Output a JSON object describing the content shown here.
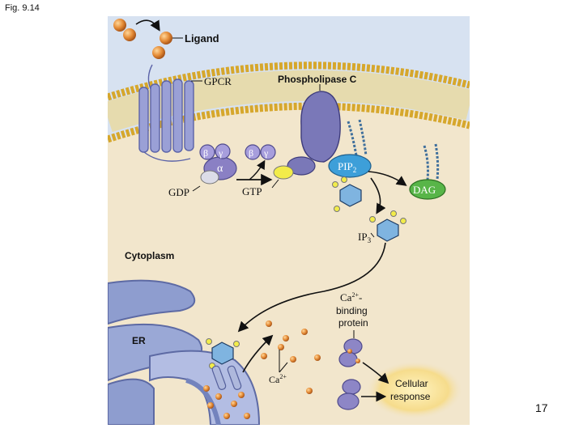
{
  "figure_label": "Fig. 9.14",
  "slide_number": "17",
  "labels": {
    "ligand": "Ligand",
    "gpcr": "GPCR",
    "phospholipase_c": "Phospholipase C",
    "beta": "β",
    "gamma": "γ",
    "alpha": "α",
    "gdp": "GDP",
    "gtp": "GTP",
    "pip_main": "PIP",
    "pip_sub": "2",
    "dag": "DAG",
    "ip_main": "IP",
    "ip_sub": "3",
    "cytoplasm": "Cytoplasm",
    "er": "ER",
    "ca_main": "Ca",
    "ca_sup": "2+",
    "binding_line1_main": "Ca",
    "binding_line1_sup": "2+",
    "binding_line1_tail": "-",
    "binding_line2": "binding",
    "binding_line3": "protein",
    "cellular_line1": "Cellular",
    "cellular_line2": "response"
  },
  "colors": {
    "cytoplasm": "#f1e5cc",
    "background_sky": "#c9d8ec",
    "membrane_head": "#d4a52a",
    "receptor": "#8a8fc8",
    "plc": "#7e7cba",
    "pip2": "#3f9fd8",
    "dag": "#5fb54a",
    "er": "#8f9fd0",
    "calcium": "#e69a3a",
    "response_glow": "#f4d98a"
  }
}
